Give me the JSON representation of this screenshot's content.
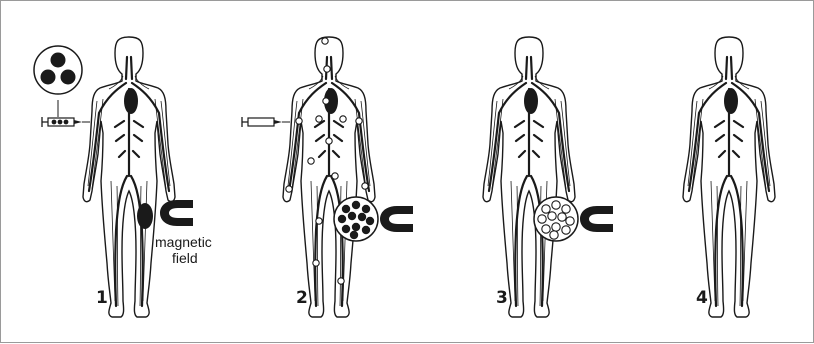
{
  "figure": {
    "panels": [
      {
        "number": "1",
        "syringe": true,
        "syringe_particles": true,
        "magnet": true,
        "magnified_view": false,
        "label_lines": [
          "magnetic",
          "field"
        ],
        "particle_trail": "none"
      },
      {
        "number": "2",
        "syringe": true,
        "syringe_particles": false,
        "magnet": true,
        "magnified_view": true,
        "label_lines": [],
        "particle_trail": "full"
      },
      {
        "number": "3",
        "syringe": false,
        "syringe_particles": false,
        "magnet": true,
        "magnified_view": true,
        "label_lines": [],
        "particle_trail": "none"
      },
      {
        "number": "4",
        "syringe": false,
        "syringe_particles": false,
        "magnet": false,
        "magnified_view": false,
        "label_lines": [],
        "particle_trail": "none"
      }
    ],
    "colors": {
      "ink": "#1a1a1a",
      "frame": "#9a9a9a",
      "background": "#ffffff"
    }
  }
}
